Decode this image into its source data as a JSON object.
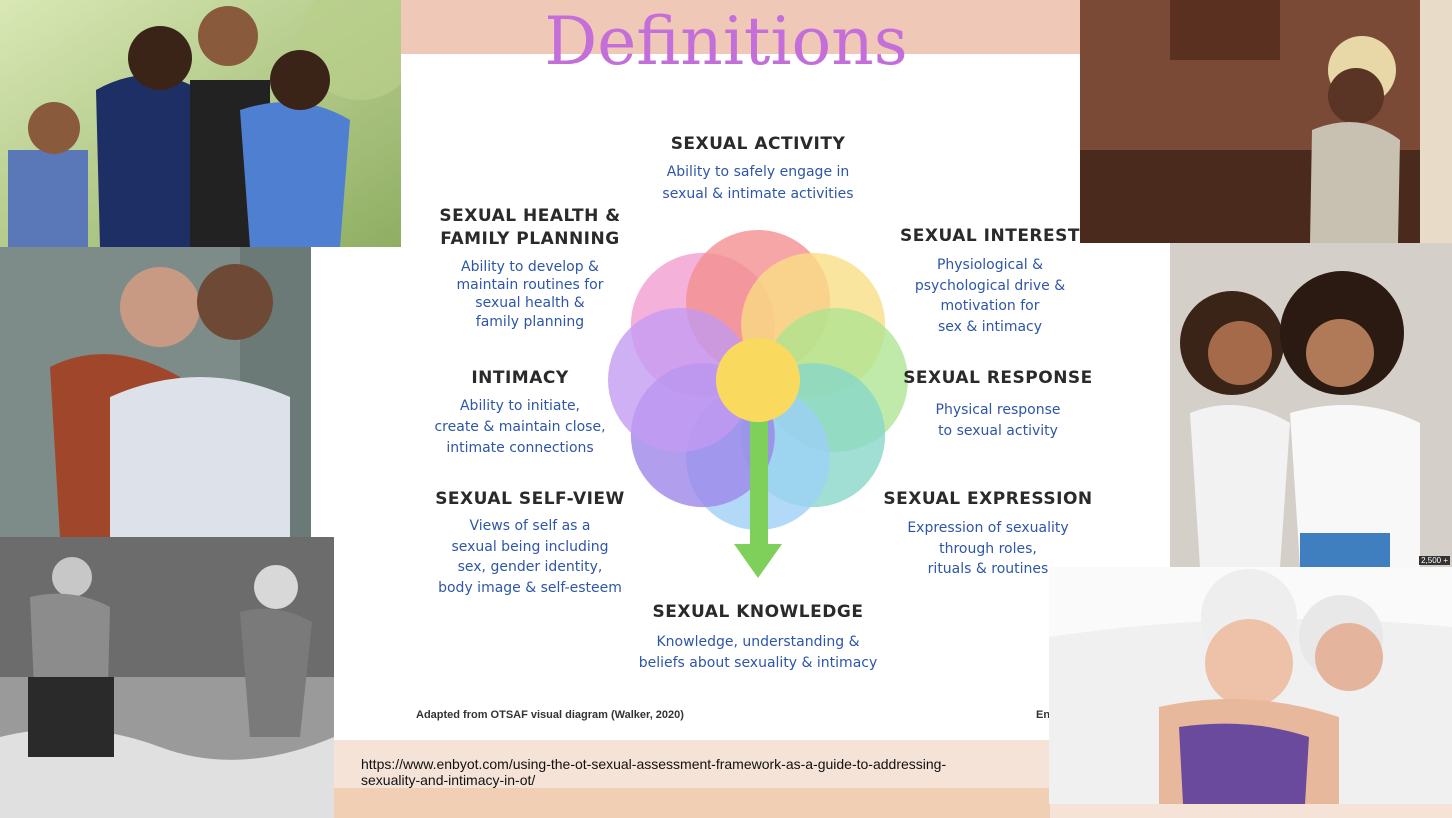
{
  "slide": {
    "title": "Definitions",
    "colors": {
      "top_band": "#f0c8b8",
      "bottom_band": "#f5e3d8",
      "title": "#c46fd9",
      "label_text": "#2e56a8"
    }
  },
  "diagram": {
    "nodes": {
      "sexual_activity": {
        "title": "SEXUAL ACTIVITY",
        "desc": [
          "Ability to safely engage in",
          "sexual & intimate activities"
        ]
      },
      "sexual_health": {
        "title": [
          "SEXUAL HEALTH &",
          "FAMILY PLANNING"
        ],
        "desc": [
          "Ability to develop &",
          "maintain routines for",
          "sexual health &",
          "family planning"
        ]
      },
      "sexual_interest": {
        "title": "SEXUAL INTEREST",
        "desc": [
          "Physiological &",
          "psychological drive &",
          "motivation for",
          "sex & intimacy"
        ]
      },
      "intimacy": {
        "title": "INTIMACY",
        "desc": [
          "Ability to initiate,",
          "create & maintain close,",
          "intimate connections"
        ]
      },
      "sexual_response": {
        "title": "SEXUAL RESPONSE",
        "desc": [
          "Physical response",
          "to sexual activity"
        ]
      },
      "sexual_self_view": {
        "title": "SEXUAL SELF-VIEW",
        "desc": [
          "Views of self as a",
          "sexual being including",
          "sex, gender identity,",
          "body image & self-esteem"
        ]
      },
      "sexual_expression": {
        "title": "SEXUAL EXPRESSION",
        "desc": [
          "Expression of sexuality",
          "through roles,",
          "rituals & routines"
        ]
      },
      "sexual_knowledge": {
        "title": "SEXUAL KNOWLEDGE",
        "desc": [
          "Knowledge, understanding &",
          "beliefs about sexuality & intimacy"
        ]
      }
    },
    "caption": "Adapted from OTSAF visual diagram (Walker, 2020)",
    "caption_right": "En",
    "petal_colors": [
      "#f08bc8",
      "#f27a7a",
      "#f8d86e",
      "#9fe07e",
      "#72d0c0",
      "#8cc8f5",
      "#8a6fe6",
      "#b989f0"
    ],
    "center_color": "#f9da5e",
    "stem_color": "#7ed05a"
  },
  "source": {
    "url_line1": "https://www.enbyot.com/using-the-ot-sexual-assessment-framework-as-a-guide-to-addressing-",
    "url_line2": "sexuality-and-intimacy-in-ot/"
  },
  "photos": {
    "watermark": "2,500 +"
  }
}
